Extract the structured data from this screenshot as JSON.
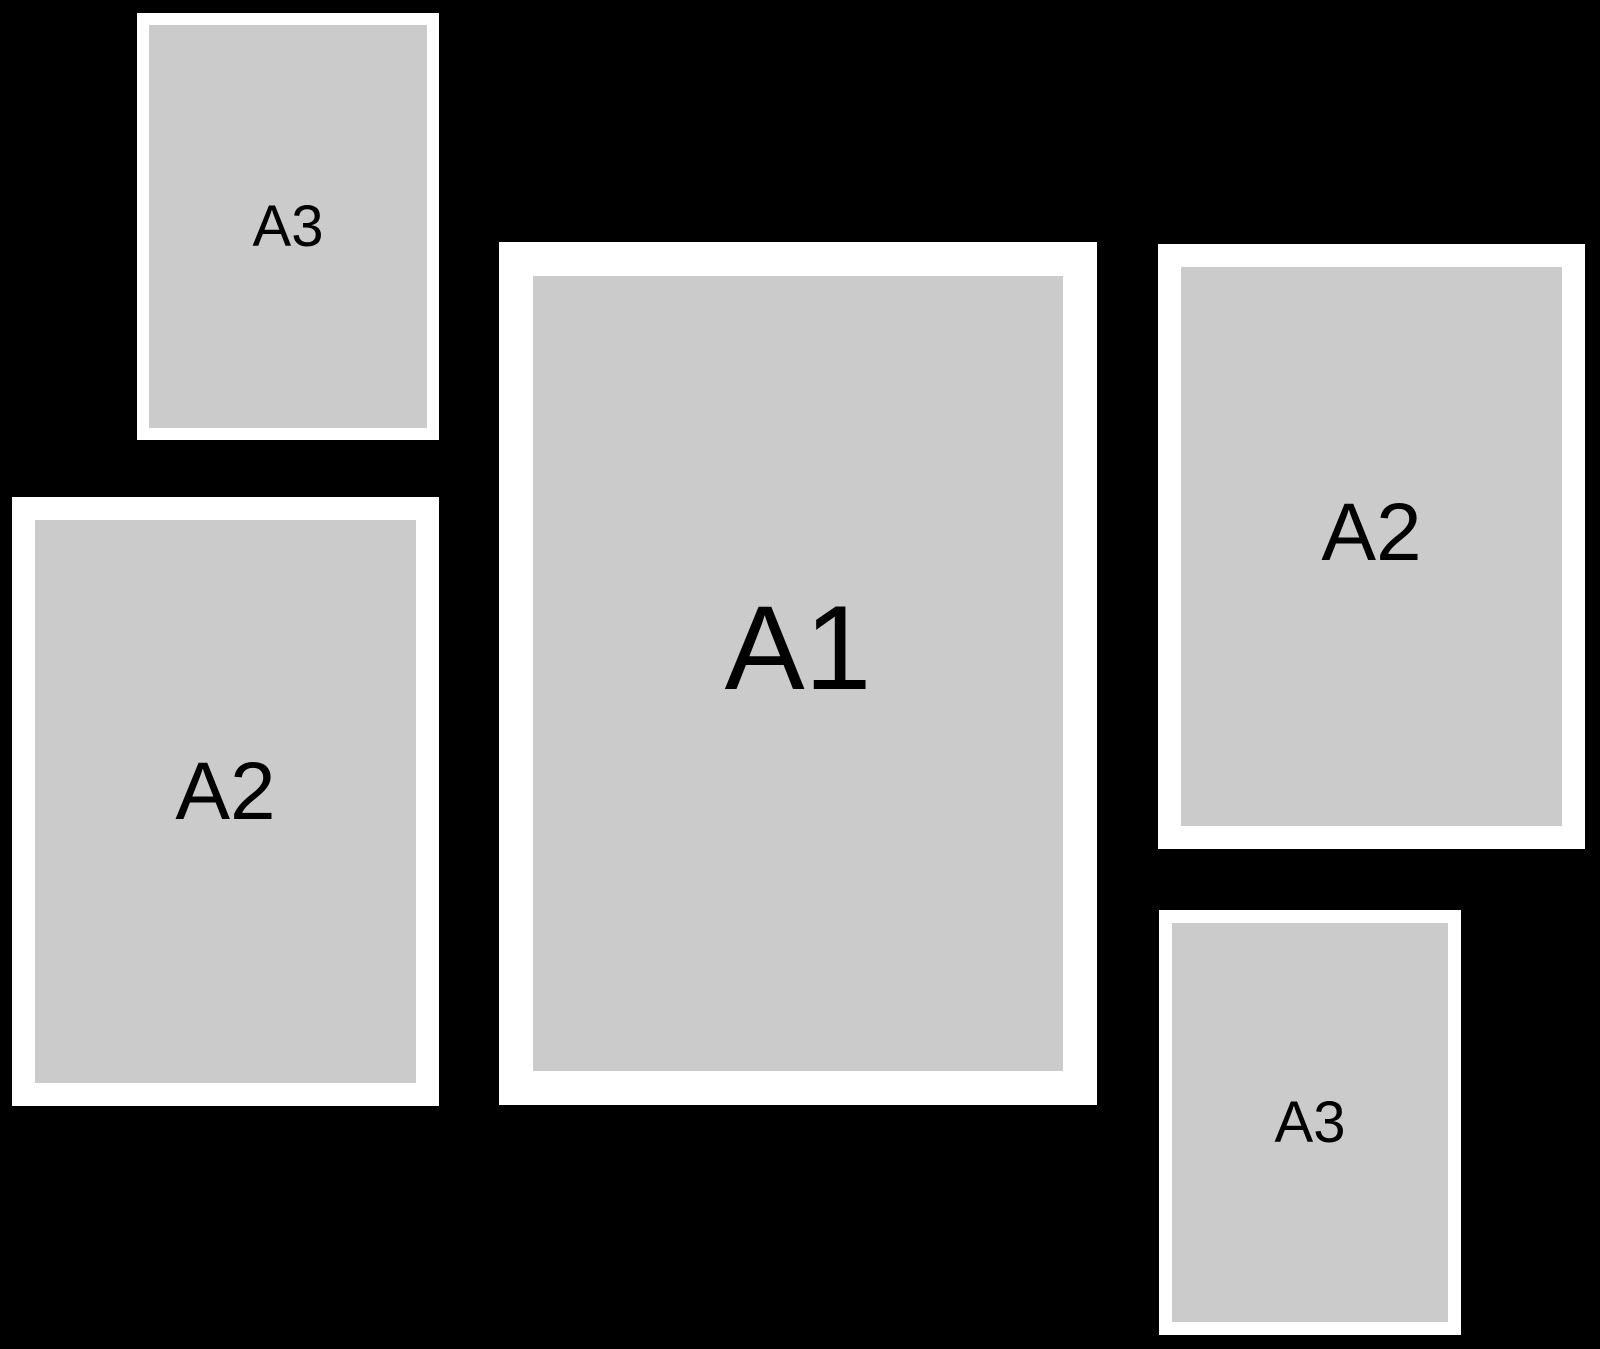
{
  "mockup": {
    "colors": {
      "background": "#000000",
      "frame": "#ffffff",
      "paper": "#cbcbcb",
      "label": "#000000"
    },
    "frames": [
      {
        "id": "a3-top-left",
        "label": "A3"
      },
      {
        "id": "a2-left",
        "label": "A2"
      },
      {
        "id": "a1-center",
        "label": "A1"
      },
      {
        "id": "a2-right",
        "label": "A2"
      },
      {
        "id": "a3-bottom-right",
        "label": "A3"
      }
    ]
  }
}
